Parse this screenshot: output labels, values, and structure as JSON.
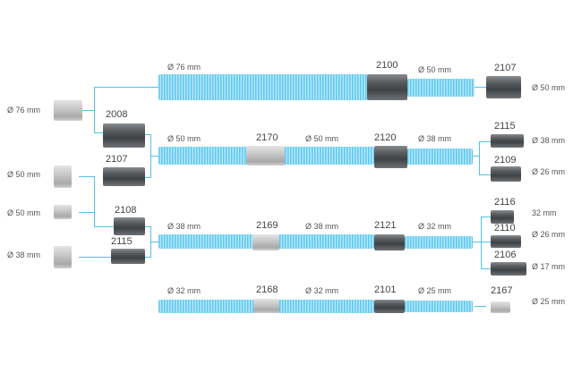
{
  "left_parts": [
    {
      "diameter": "Ø 76 mm"
    },
    {
      "diameter": "Ø 50 mm"
    },
    {
      "diameter": "Ø 50 mm"
    },
    {
      "diameter": "Ø 38 mm"
    }
  ],
  "adapters": {
    "a2008": "2008",
    "a2107": "2107",
    "a2108": "2108",
    "a2115": "2115"
  },
  "rows": [
    {
      "hose": "Ø 76 mm",
      "connector": "2100",
      "out": "Ø 50 mm",
      "ends": [
        {
          "code": "2107",
          "size": "Ø 50 mm"
        }
      ]
    },
    {
      "hose": "Ø 50 mm",
      "coupler": "2170",
      "hose2": "Ø 50 mm",
      "connector": "2120",
      "out": "Ø 38 mm",
      "ends": [
        {
          "code": "2115",
          "size": "Ø 38 mm"
        },
        {
          "code": "2109",
          "size": "Ø 26 mm"
        }
      ]
    },
    {
      "hose": "Ø 38 mm",
      "coupler": "2169",
      "hose2": "Ø 38 mm",
      "connector": "2121",
      "out": "Ø 32 mm",
      "ends": [
        {
          "code": "2116",
          "size": "32 mm"
        },
        {
          "code": "2110",
          "size": "Ø 26 mm"
        },
        {
          "code": "2106",
          "size": "Ø 17 mm"
        }
      ]
    },
    {
      "hose": "Ø 32 mm",
      "coupler": "2168",
      "hose2": "Ø 32 mm",
      "connector": "2101",
      "out": "Ø 25 mm",
      "ends": [
        {
          "code": "2167",
          "size": "Ø 25 mm"
        }
      ]
    }
  ]
}
